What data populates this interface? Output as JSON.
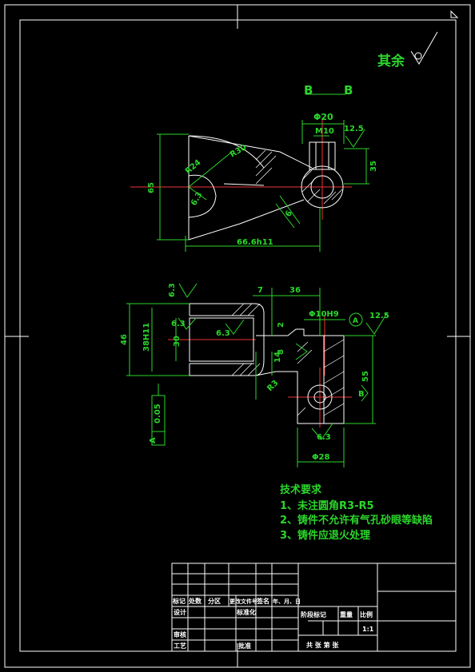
{
  "surface_finish_note": {
    "text": "其余",
    "symbol": "✓"
  },
  "section_label": {
    "left": "B",
    "right": "B"
  },
  "top_view": {
    "dims": [
      "Φ20",
      "M10",
      "12.5",
      "R24",
      "R30",
      "6.3",
      "65",
      "35",
      "6",
      "66.6h11"
    ]
  },
  "bottom_view": {
    "dims": [
      "6.3",
      "6.3",
      "7",
      "36",
      "Φ10H9",
      "A",
      "12.5",
      "46",
      "38H11",
      "30",
      "2",
      "8",
      "14",
      "6.3",
      "R3",
      "55",
      "B",
      "6.3",
      "Φ28",
      "0.05",
      "A"
    ]
  },
  "tech_req": {
    "title": "技术要求",
    "items": [
      "1、未注圆角R3-R5",
      "2、铸件不允许有气孔砂眼等缺陷",
      "3、铸件应退火处理"
    ]
  },
  "title_block": {
    "row_headers": [
      "标记",
      "处数",
      "分区",
      "更改文件号",
      "签名",
      "年、月、日"
    ],
    "design": "设计",
    "standard": "标准化",
    "audit": "审核",
    "process": "工艺",
    "approve": "批准",
    "stage_mark": "阶段标记",
    "weight": "重量",
    "scale": "比例",
    "scale_value": "1:1",
    "sheets": "共 张 第 张"
  }
}
